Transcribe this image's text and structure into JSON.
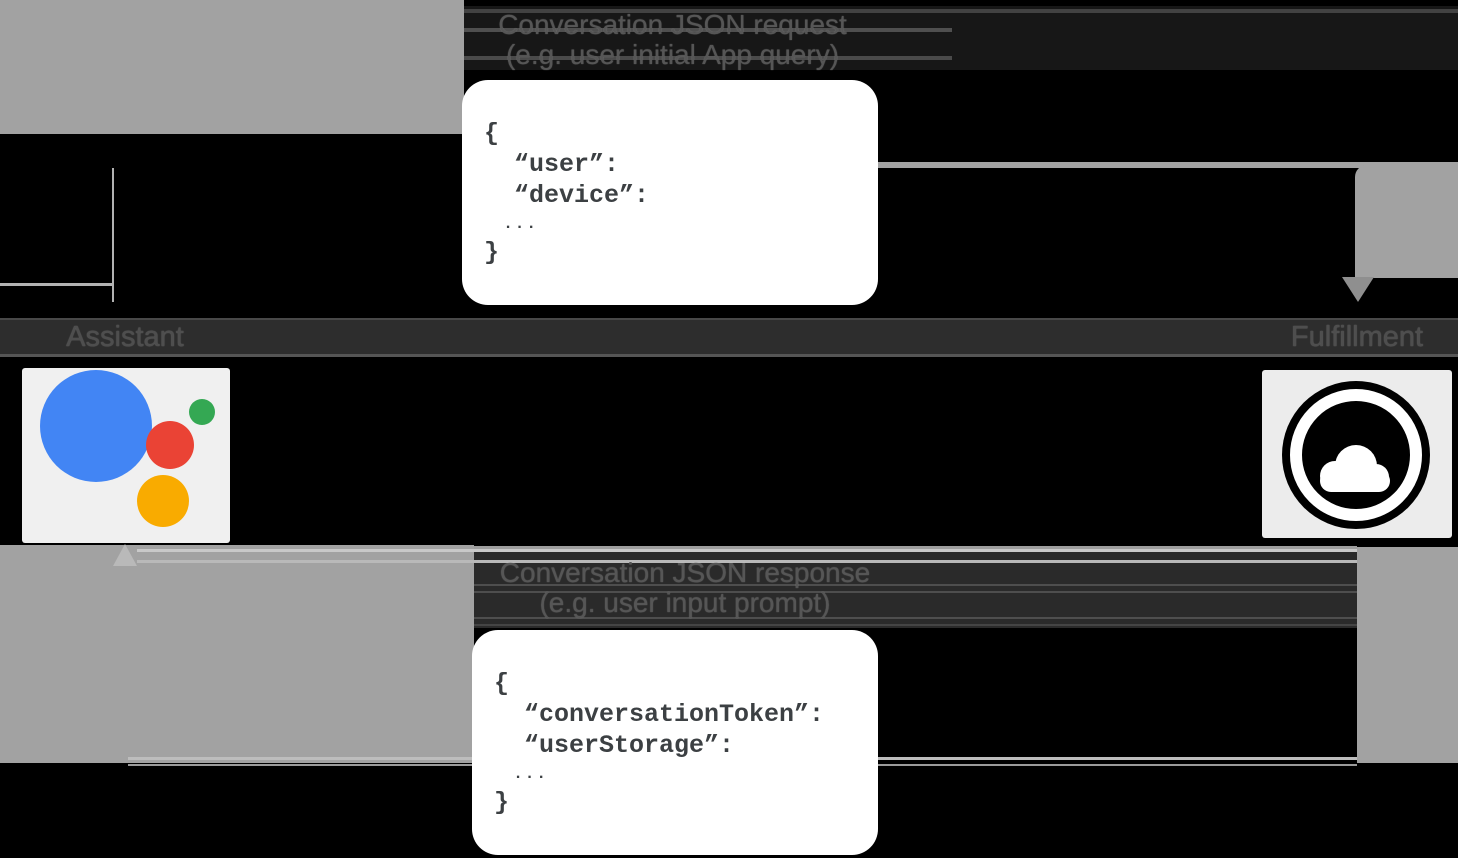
{
  "labels": {
    "request_title": "Conversation JSON request",
    "request_subtitle": "(e.g. user initial App query)",
    "response_title": "Conversation JSON response",
    "response_subtitle": "(e.g. user input prompt)",
    "left_node": "Assistant",
    "right_node": "Fulfillment"
  },
  "request_card": {
    "lines": [
      "{",
      "“user”:",
      "“device”:",
      "...",
      "}"
    ]
  },
  "response_card": {
    "lines": [
      "{",
      "“conversationToken”:",
      "“userStorage”:",
      "...",
      "}"
    ]
  },
  "icons": {
    "assistant": "google-assistant-logo",
    "fulfillment": "cloud-in-circle"
  },
  "colors": {
    "assistant_blue": "#4285f4",
    "assistant_green": "#34a853",
    "assistant_red": "#ea4335",
    "assistant_yellow": "#f9ab00",
    "arrow_gray": "#a2a2a2",
    "card_white": "#ffffff",
    "cloud_icon_black": "#000000"
  }
}
